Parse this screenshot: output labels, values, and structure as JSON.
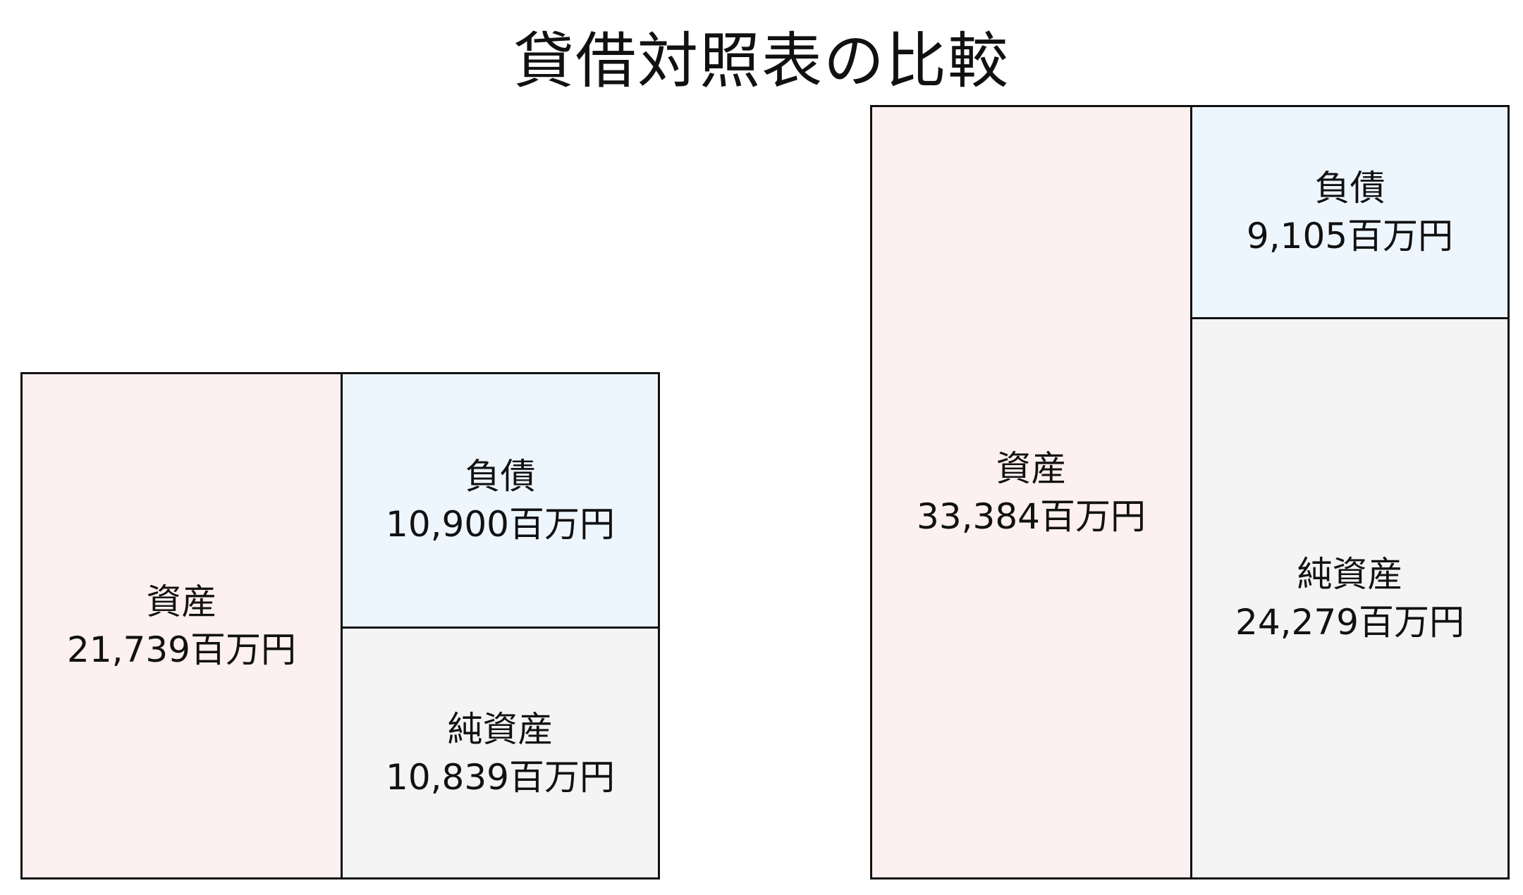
{
  "title": "貸借対照表の比較",
  "colors": {
    "assets": "#fdf0f0",
    "liabilities": "#eef6fd",
    "net_assets": "#f4f4f4",
    "border": "#111111"
  },
  "chart_data": {
    "type": "balance_sheet_comparison",
    "title": "貸借対照表の比較",
    "unit": "百万円",
    "sheets": [
      {
        "assets": {
          "label": "資産",
          "value": 21739,
          "text": "21,739百万円"
        },
        "liabilities": {
          "label": "負債",
          "value": 10900,
          "text": "10,900百万円"
        },
        "net_assets": {
          "label": "純資産",
          "value": 10839,
          "text": "10,839百万円"
        }
      },
      {
        "assets": {
          "label": "資産",
          "value": 33384,
          "text": "33,384百万円"
        },
        "liabilities": {
          "label": "負債",
          "value": 9105,
          "text": "9,105百万円"
        },
        "net_assets": {
          "label": "純資産",
          "value": 24279,
          "text": "24,279百万円"
        }
      }
    ]
  }
}
